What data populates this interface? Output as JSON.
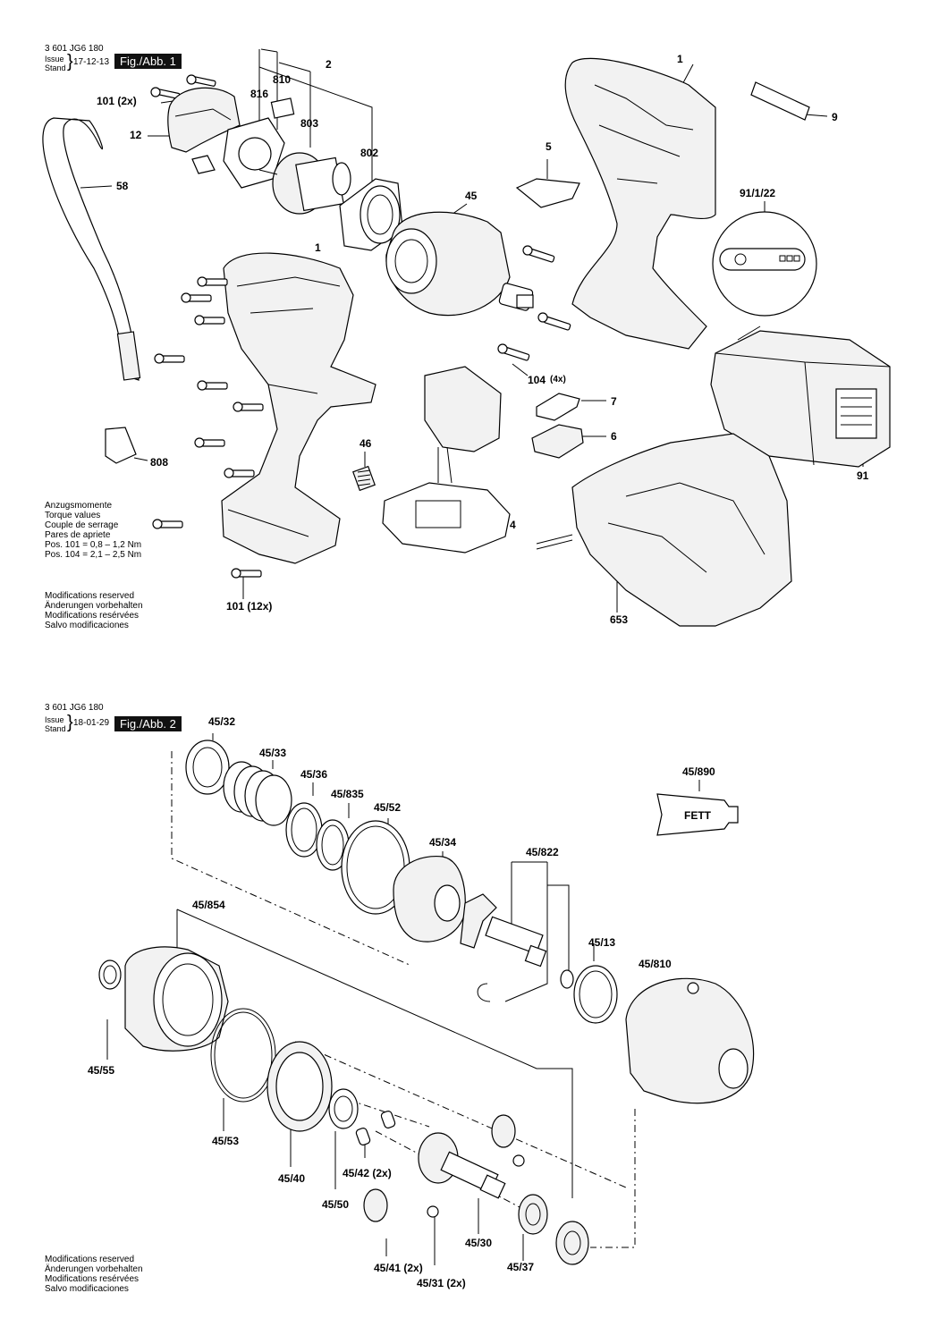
{
  "fig1": {
    "doc_number": "3 601 JG6 180",
    "issue_label": "Issue",
    "stand_label": "Stand",
    "issue_date": "17-12-13",
    "fig_label": "Fig./Abb. 1",
    "parts": {
      "p2": "2",
      "p810": "810",
      "p816": "816",
      "p803": "803",
      "p802": "802",
      "p1_top": "1",
      "p9": "9",
      "p101_2x": "101 (2x)",
      "p12": "12",
      "p58": "58",
      "p5": "5",
      "p45": "45",
      "p91_1_22": "91/1/22",
      "p1_mid": "1",
      "p104": "104",
      "p104_qty": "(4x)",
      "p7": "7",
      "p6": "6",
      "p46": "46",
      "p808": "808",
      "p91": "91",
      "p4": "4",
      "p653": "653",
      "p101_12x": "101 (12x)"
    },
    "torque": {
      "lines": [
        "Anzugsmomente",
        "Torque values",
        "Couple de serrage",
        "Pares de apriete"
      ],
      "pos101": "Pos.   101 =  0,8 – 1,2 Nm",
      "pos104": "Pos.   104 =  2,1 – 2,5 Nm"
    },
    "modifications": [
      "Modifications reserved",
      "Änderungen vorbehalten",
      "Modifications resérvées",
      "Salvo modificaciones"
    ]
  },
  "fig2": {
    "doc_number": "3 601 JG6 180",
    "issue_label": "Issue",
    "stand_label": "Stand",
    "issue_date": "18-01-29",
    "fig_label": "Fig./Abb. 2",
    "parts": {
      "p45_32": "45/32",
      "p45_33": "45/33",
      "p45_36": "45/36",
      "p45_835": "45/835",
      "p45_52": "45/52",
      "p45_34": "45/34",
      "p45_822": "45/822",
      "p45_890": "45/890",
      "fett": "FETT",
      "p45_854": "45/854",
      "p45_13": "45/13",
      "p45_810": "45/810",
      "p45_55": "45/55",
      "p45_53": "45/53",
      "p45_40": "45/40",
      "p45_42": "45/42 (2x)",
      "p45_50": "45/50",
      "p45_30": "45/30",
      "p45_37": "45/37",
      "p45_41": "45/41 (2x)",
      "p45_31": "45/31 (2x)"
    },
    "modifications": [
      "Modifications reserved",
      "Änderungen vorbehalten",
      "Modifications resérvées",
      "Salvo modificaciones"
    ]
  }
}
